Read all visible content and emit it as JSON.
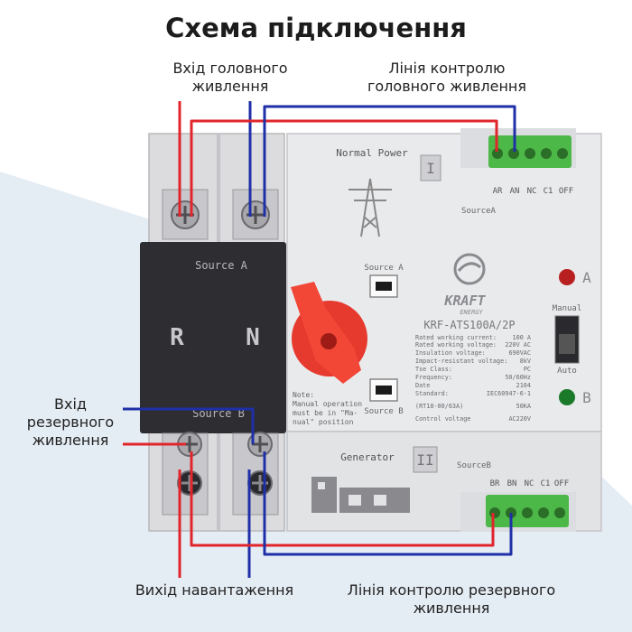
{
  "title": "Схема підключення",
  "labels": {
    "main_input": [
      "Вхід головного",
      "живлення"
    ],
    "main_control": [
      "Лінія контролю",
      "головного живлення"
    ],
    "backup_input": [
      "Вхід",
      "резервного",
      "живлення"
    ],
    "load_output": "Вихід навантаження",
    "backup_control": [
      "Лінія контролю резервного",
      "живлення"
    ]
  },
  "device": {
    "source_a": "Source A",
    "source_b": "Source B",
    "source_a_label": "SourceA",
    "source_b_label": "SourceB",
    "phase": "R",
    "neutral": "N",
    "normal_power": "Normal Power",
    "roman_1": "I",
    "roman_2": "II",
    "generator": "Generator",
    "terminals_top": [
      "AR",
      "AN",
      "NC",
      "C1",
      "OFF"
    ],
    "terminals_bottom": [
      "BR",
      "BN",
      "NC",
      "C1",
      "OFF"
    ],
    "brand": "KRAFT",
    "brand_sub": "ENERGY",
    "model": "KRF-ATS100A/2P",
    "specs": [
      [
        "Rated working current:",
        "100 A"
      ],
      [
        "Rated working voltage:",
        "220V AC"
      ],
      [
        "Insulation voltage:",
        "690VAC"
      ],
      [
        "Impact-resistant voltage:",
        "8kV"
      ],
      [
        "Tse Class:",
        "PC"
      ],
      [
        "Frequency:",
        "50/60Hz"
      ],
      [
        "Date",
        "2104"
      ],
      [
        "Standard:",
        "IEC60947-6-1"
      ],
      [
        "(RT18-00/63A)",
        "50KA"
      ],
      [
        "Control voltage",
        "AC220V"
      ]
    ],
    "note": [
      "Note:",
      "Manual operation",
      "must be in \"Ma-",
      "nual\" position"
    ],
    "manual": "Manual",
    "auto": "Auto",
    "indicator_a": "A",
    "indicator_b": "B"
  },
  "colors": {
    "red_wire": "#e0252b",
    "blue_wire": "#1f2fa8",
    "terminal_green": "#4cb847",
    "handle_red": "#f03a2e",
    "black_cover": "#2e2e32",
    "body_grey": "#e9eaec"
  }
}
